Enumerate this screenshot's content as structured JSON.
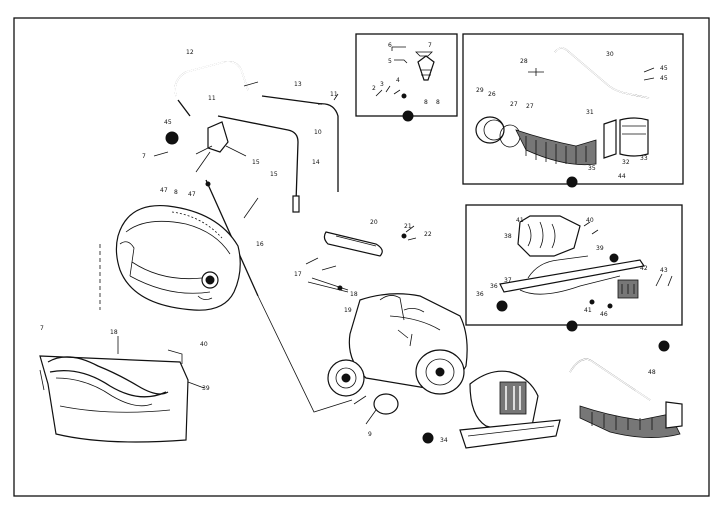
{
  "callouts": {
    "handle_upper": "12",
    "handle_clip": "11",
    "handle_45": "45",
    "cord_a": "13",
    "cord_b": "11",
    "cord_c": "10",
    "cord_d": "14",
    "switch_7": "7",
    "switch_15": "15",
    "switch_47a": "47",
    "switch_47b": "47",
    "bag_cord": "16",
    "bag_top": "18",
    "bag_front": "40",
    "bag_bottom": "39",
    "bag_side": "7",
    "motor_9": "9",
    "motor_19": "19",
    "motor_17": "17",
    "motor_20": "20",
    "motor_21": "21",
    "motor_22": "22",
    "nozzle_34": "34",
    "hose_48": "48",
    "kit_a": "6",
    "kit_b": "5",
    "kit_c": "4",
    "kit_d": "2",
    "kit_e": "3",
    "kit_f": "8",
    "hose_28": "28",
    "hose_30": "30",
    "hose_29": "29",
    "hose_26": "26",
    "hose_27": "27",
    "hose_31": "31",
    "hose_32": "32",
    "hose_33": "33",
    "hose_35": "35",
    "hose_44": "44",
    "tool_38": "38",
    "tool_41": "41",
    "tool_36": "36",
    "tool_37": "37",
    "tool_42": "42",
    "tool_43": "43",
    "tool_39": "39",
    "tool_46": "46"
  }
}
